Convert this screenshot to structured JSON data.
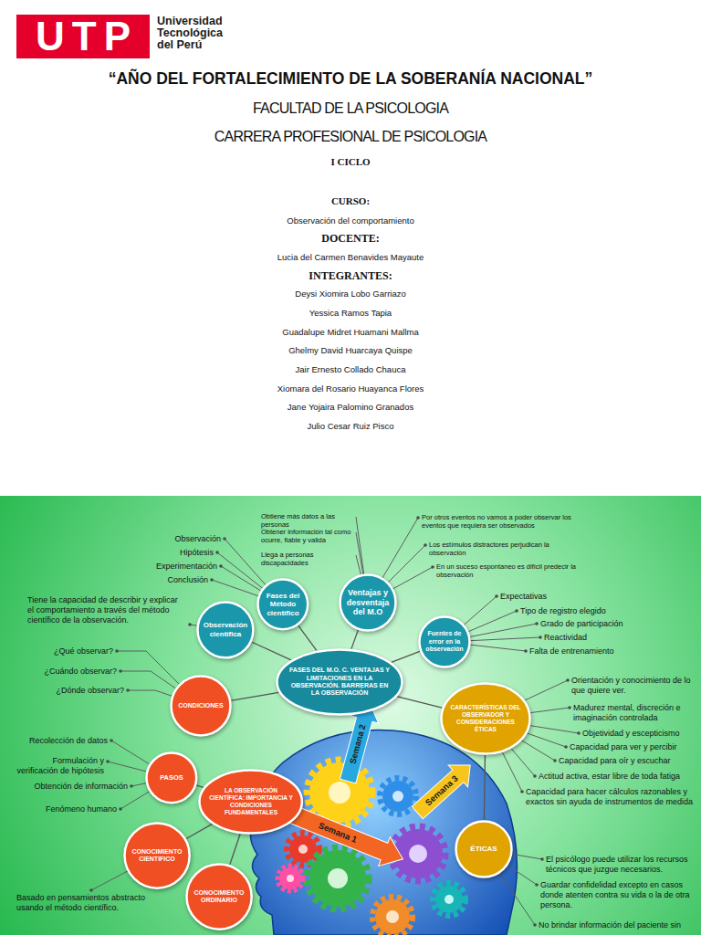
{
  "diagram": {
    "title": "“AÑO DEL FORTALECIMIENTO DE LA SOBERANÍA NACIONAL”",
    "nodes": [
      {
        "text": [
          "FASES DEL M.O. C. VENTAJAS Y LIMITACIONES EN LA OBSERVACIÓN. BARRERAS EN LA OBSERVACIÓN"
        ]
      },
      {
        "text": [
          "Fases del Método científico"
        ]
      },
      {
        "text": [
          "Ventajas y desventaja del M.O"
        ]
      },
      {
        "text": [
          "Fuentes de error en la observación"
        ]
      },
      {
        "text": [
          "Observación científica"
        ]
      },
      {
        "text": [
          "CONDICIONES"
        ]
      },
      {
        "text": [
          "CARACTERÍSTICAS DEL OBSERVADOR Y CONSIDERACIONES ÉTICAS"
        ]
      },
      {
        "text": [
          "PASOS"
        ]
      },
      {
        "text": [
          "LA OBSERVACIÓN CIENTÍFICA: IMPORTANCIA Y CONDICIONES FUNDAMENTALES"
        ]
      },
      {
        "text": [
          "CONOCIMIENTO CIENTIFICO"
        ]
      },
      {
        "text": [
          "CONOCIMIENTO ORDINARIO"
        ]
      },
      {
        "text": [
          "ÉTICAS"
        ]
      }
    ],
    "edges": [
      {
        "from": 0,
        "to": 1,
        "arrow": "none"
      },
      {
        "from": 0,
        "to": 2,
        "arrow": "none"
      },
      {
        "from": 0,
        "to": 3,
        "arrow": "none"
      },
      {
        "from": 0,
        "to": 4,
        "arrow": "none"
      },
      {
        "from": 0,
        "to": 5,
        "arrow": "none"
      },
      {
        "from": 0,
        "to": 6,
        "arrow": "none"
      },
      {
        "from": 8,
        "to": 7,
        "arrow": "none"
      },
      {
        "from": 8,
        "to": 9,
        "arrow": "none"
      },
      {
        "from": 8,
        "to": 10,
        "arrow": "none"
      },
      {
        "from": 6,
        "to": 11,
        "arrow": "none"
      }
    ],
    "labels": [
      "UTP",
      "Universidad Tecnológica del Perú",
      "FACULTAD DE LA PSICOLOGIA",
      "CARRERA PROFESIONAL DE PSICOLOGIA",
      "I CICLO",
      "CURSO:",
      "Observación del comportamiento",
      "DOCENTE:",
      "Lucia del Carmen Benavides Mayaute",
      "INTEGRANTES:",
      "Deysi Xiomira Lobo Garriazo",
      "Yessica Ramos Tapia",
      "Guadalupe Midret Huamani Mallma",
      "Ghelmy David Huarcaya Quispe",
      "Jair Ernesto Collado Chauca",
      "Xiomara del Rosario Huayanca Flores",
      "Jane Yojaira Palomino Granados",
      "Julio Cesar Ruiz Pisco",
      "Obtiene más datos a las personas",
      "Obtener información tal como ocurre, fiable y valida",
      "Llega a personas discapacidades",
      "Por otros eventos no vamos a poder observar los eventos que requiera ser observados",
      "Los estímulos distractores perjudican la observación",
      "En un suceso espontaneo es difícil predecir la observación",
      "Observación",
      "Hipótesis",
      "Experimentación",
      "Conclusión",
      "Expectativas",
      "Tipo de registro elegido",
      "Grado de participación",
      "Reactividad",
      "Falta de entrenamiento",
      "Tiene la capacidad de describir y explicar el comportamiento a través del método científico de la observación.",
      "¿Qué observar?",
      "¿Cuándo observar?",
      "¿Dónde observar?",
      "Orientación y conocimiento de lo que quiere ver.",
      "Madurez mental, discreción e imaginación controlada",
      "Objetividad y escepticismo",
      "Capacidad para ver y percibir",
      "Capacidad para oír y escuchar",
      "Actitud activa, estar libre de toda fatiga",
      "Capacidad para hacer cálculos razonables y exactos sin ayuda de instrumentos de medida",
      "Recolección de datos",
      "Formulación y verificación de hipótesis",
      "Obtención de información",
      "Fenómeno humano",
      "Basado en pensamientos abstracto usando el método científico.",
      "El psicólogo puede utilizar los recursos técnicos que juzgue necesarios.",
      "Guardar confidelidad excepto en casos donde atenten contra su vida o la de otra persona.",
      "No brindar información del paciente sin",
      "Semana 1",
      "Semana 2",
      "Semana 3"
    ]
  }
}
